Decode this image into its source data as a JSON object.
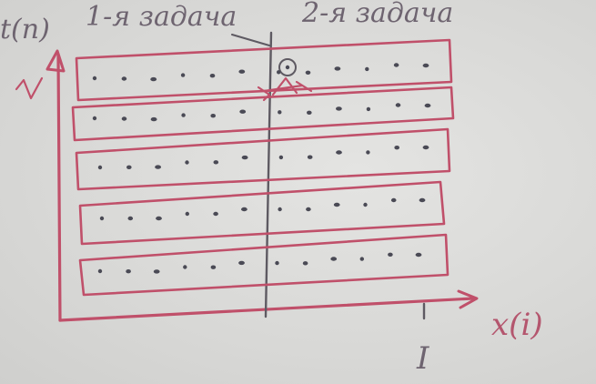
{
  "diagram": {
    "labels": {
      "t_axis": "t(n)",
      "x_axis": "x(i)",
      "thread_1": "1-я задача",
      "thread_2": "2-я задача",
      "tick_mark": "I"
    },
    "rows": [
      {
        "left_dots": 6,
        "right_dots": 6
      },
      {
        "left_dots": 6,
        "right_dots": 6
      },
      {
        "left_dots": 6,
        "right_dots": 6
      },
      {
        "left_dots": 6,
        "right_dots": 6
      },
      {
        "left_dots": 6,
        "right_dots": 6
      }
    ],
    "colors": {
      "axis_ink": "#c0506a",
      "pencil_ink": "#5e5a62",
      "dot_ink": "#4a4a55",
      "paper": "#dcdcda"
    }
  }
}
